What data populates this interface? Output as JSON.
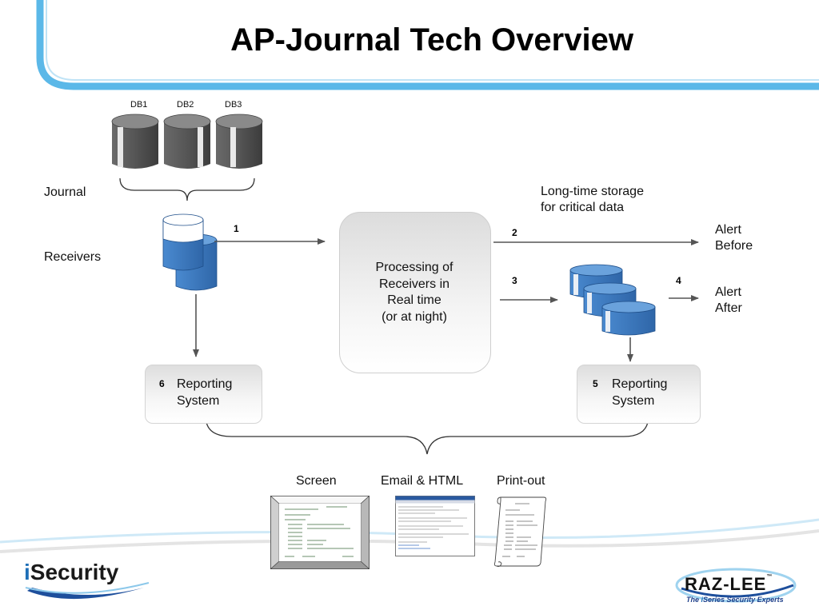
{
  "title": "AP-Journal Tech Overview",
  "databases": [
    "DB1",
    "DB2",
    "DB3"
  ],
  "labels": {
    "journal": "Journal",
    "receivers": "Receivers",
    "long_time_storage": "Long-time storage\nfor critical data",
    "alert_before": "Alert\nBefore",
    "alert_after": "Alert\nAfter"
  },
  "processing_box": "Processing of\nReceivers in\nReal time\n(or at night)",
  "step_numbers": {
    "s1": "1",
    "s2": "2",
    "s3": "3",
    "s4": "4",
    "s5": "5",
    "s6": "6"
  },
  "reporting_left": "Reporting\nSystem",
  "reporting_right": "Reporting\nSystem",
  "outputs": [
    "Screen",
    "Email & HTML",
    "Print-out"
  ],
  "brand_left": {
    "prefix": "i",
    "rest": "Security"
  },
  "brand_right": {
    "name": "RAZ-LEE",
    "tagline_prefix": "The ",
    "tagline_i": "i",
    "tagline_rest": "Series Security Experts",
    "tm": "™"
  },
  "colors": {
    "accent_blue": "#5bb8e8",
    "cylinder_blue": "#3a78bd",
    "cylinder_gray": "#5a5a5a"
  }
}
